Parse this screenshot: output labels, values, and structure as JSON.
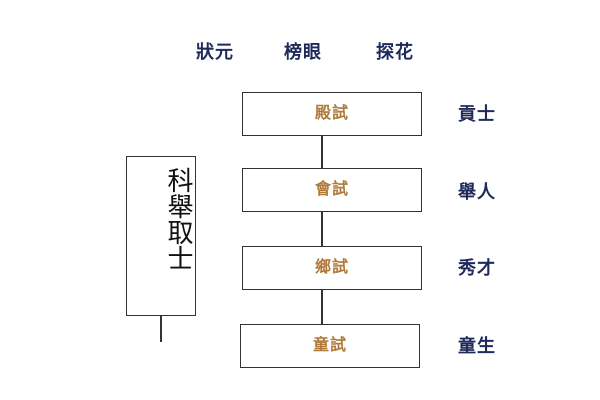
{
  "top_titles": [
    "狀元",
    "榜眼",
    "探花"
  ],
  "stages": [
    {
      "label": "殿試",
      "rank": "貢士"
    },
    {
      "label": "會試",
      "rank": "舉人"
    },
    {
      "label": "鄉試",
      "rank": "秀才"
    },
    {
      "label": "童試",
      "rank": "童生"
    }
  ],
  "side_label": "科舉取士",
  "colors": {
    "stage_text": "#b07a3a",
    "rank_text": "#1f2a5a",
    "border": "#333333"
  }
}
